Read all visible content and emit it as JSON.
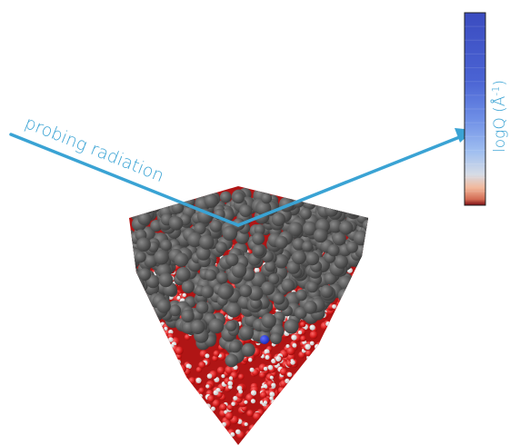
{
  "beam": {
    "label": "probing radiation",
    "color": "#3aa3d4"
  },
  "colorbar": {
    "label": "logQ (Å",
    "superscript": "-1",
    "close": ")",
    "stops": [
      "#3b4cc0",
      "#4a63d3",
      "#6e8ee6",
      "#9fbef0",
      "#d6dce6",
      "#f2b89b",
      "#d26a52",
      "#7a0a12"
    ],
    "frame_color": "#333333"
  },
  "sample": {
    "surface_color": "#5a5a5a",
    "oxygen_color": "#d62020",
    "hydrogen_color": "#e8e8e8",
    "probe_atom_color": "#2030d0"
  }
}
